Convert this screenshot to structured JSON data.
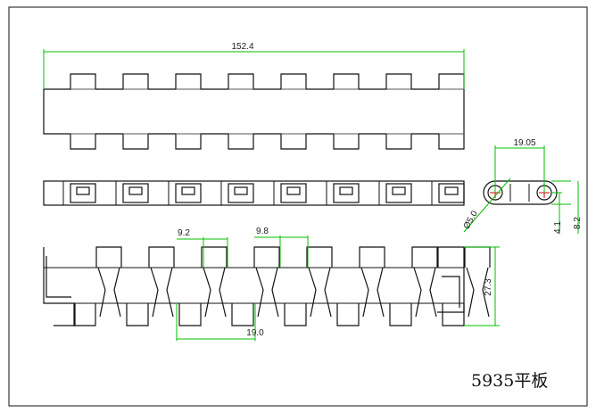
{
  "title": "5935平板",
  "colors": {
    "line": "#111111",
    "dimension": "#00c000",
    "center": "#d00000"
  },
  "dimensions": {
    "overall_width": "152.4",
    "pitch": "19.05",
    "hole_diameter": "Ø5.0",
    "half_thickness": "4.1",
    "thickness": "8.2",
    "gap_a": "9.2",
    "gap_b": "9.8",
    "link_pitch": "19.0",
    "depth": "27.3"
  },
  "link_count": 8
}
